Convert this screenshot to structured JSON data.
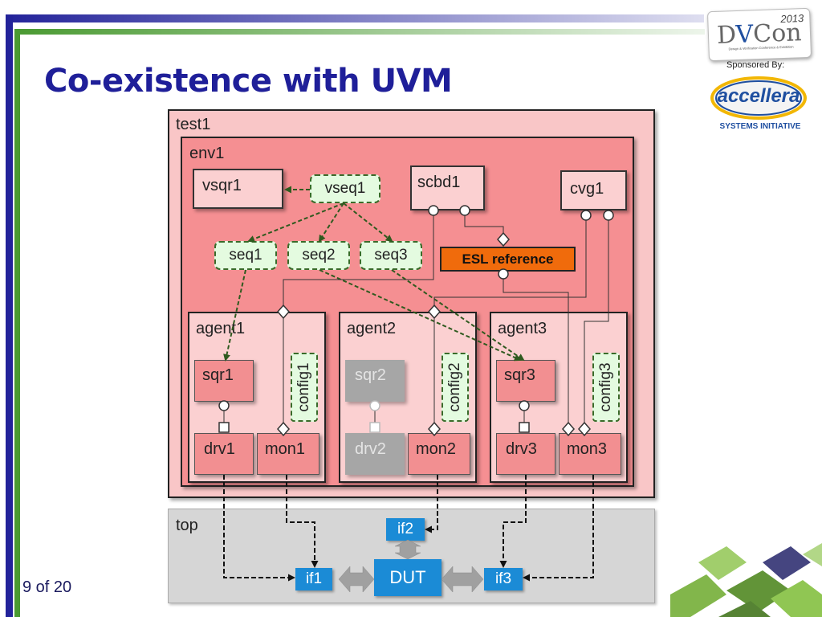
{
  "slide": {
    "title": "Co-existence with UVM",
    "page_number": "9 of 20",
    "sponsored_by": "Sponsored By:",
    "dvcon": {
      "year": "2013",
      "tagline": "Design & Verification Conference & Exhibition"
    },
    "accellera": {
      "name": "accellera",
      "subtitle": "SYSTEMS INITIATIVE"
    }
  },
  "diagram": {
    "test": "test1",
    "env": "env1",
    "vsqr": "vsqr1",
    "vseq": "vseq1",
    "scbd": "scbd1",
    "cvg": "cvg1",
    "sequences": [
      "seq1",
      "seq2",
      "seq3"
    ],
    "esl_reference": "ESL reference",
    "agents": [
      {
        "name": "agent1",
        "sqr": "sqr1",
        "drv": "drv1",
        "mon": "mon1",
        "config": "config1"
      },
      {
        "name": "agent2",
        "sqr": "sqr2",
        "drv": "drv2",
        "mon": "mon2",
        "config": "config2"
      },
      {
        "name": "agent3",
        "sqr": "sqr3",
        "drv": "drv3",
        "mon": "mon3",
        "config": "config3"
      }
    ],
    "top": "top",
    "interfaces": [
      "if1",
      "if2",
      "if3"
    ],
    "dut": "DUT"
  },
  "colors": {
    "title": "#1f1f99",
    "test_fill": "#f9c6c7",
    "env_fill": "#f58f92",
    "agent_fill": "#fbd0d1",
    "component_fill": "#f28f91",
    "inactive_fill": "#a6a6a6",
    "sequence_fill": "#e4fbe0",
    "esl_fill": "#f06b0c",
    "interface_fill": "#1b8bd6",
    "top_fill": "#d6d6d6"
  }
}
